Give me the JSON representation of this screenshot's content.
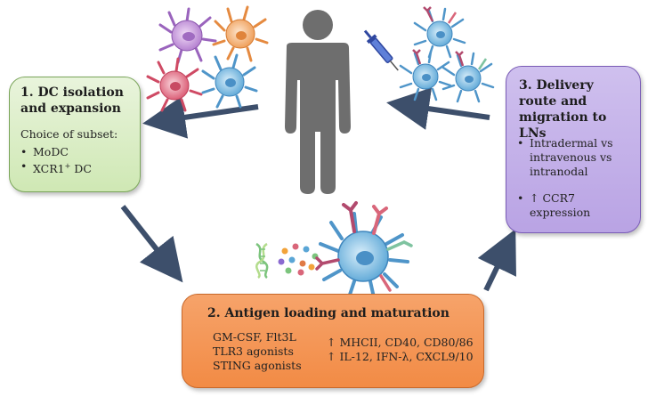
{
  "steps": {
    "isolation": {
      "title": "1. DC isolation and expansion",
      "subtitle": "Choice of subset:",
      "items": [
        "MoDC",
        "XCR1",
        "DC"
      ],
      "superscript": "+"
    },
    "antigen": {
      "title": "2. Antigen loading and maturation",
      "stimuli": [
        "GM-CSF, Flt3L",
        "TLR3 agonists",
        "STING agonists"
      ],
      "outcomes": [
        "↑ MHCII, CD40, CD80/86",
        "↑ IL-12, IFN-λ, CXCL9/10"
      ]
    },
    "delivery": {
      "title": "3. Delivery route and migration to LNs",
      "items": [
        "Intradermal vs intravenous vs intranodal",
        "↑ CCR7 expression"
      ]
    }
  },
  "colors": {
    "arrow": "#3d4f6b",
    "person": "#6e6e6e",
    "green_border": "#7aa55a",
    "orange_fill": "#f28b45",
    "purple_fill": "#b9a3e4",
    "syringe": "#4a66c4"
  },
  "icons": {
    "person": "person-silhouette-icon",
    "syringe": "syringe-icon",
    "dendritic_cell": "dendritic-cell-icon",
    "dna": "dna-helix-icon",
    "particles": "antigen-particles-icon"
  }
}
